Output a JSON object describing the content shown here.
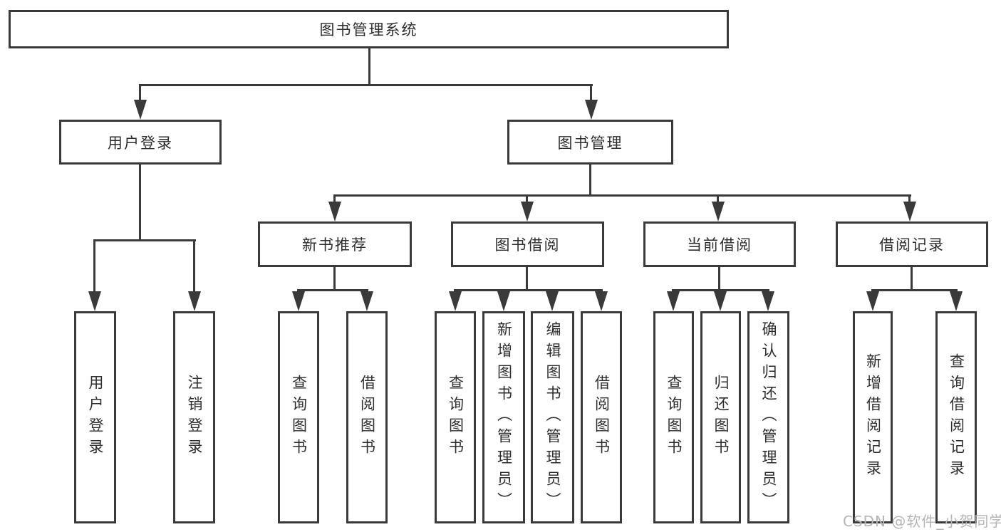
{
  "tree": {
    "root": "图书管理系统",
    "branches": [
      {
        "label": "用户登录",
        "children": [
          "用户登录",
          "注销登录"
        ]
      },
      {
        "label": "图书管理",
        "children": [
          {
            "label": "新书推荐",
            "children": [
              "查询图书",
              "借阅图书"
            ]
          },
          {
            "label": "图书借阅",
            "children": [
              "查询图书",
              "新增图书（管理员）",
              "编辑图书（管理员）",
              "借阅图书"
            ]
          },
          {
            "label": "当前借阅",
            "children": [
              "查询图书",
              "归还图书",
              "确认归还（管理员）"
            ]
          },
          {
            "label": "借阅记录",
            "children": [
              "新增借阅记录",
              "查询借阅记录"
            ]
          }
        ]
      }
    ]
  },
  "watermark": "CSDN @软件_小贺同学",
  "colors": {
    "line": "#3a3a3a",
    "text": "#2d2d2d",
    "watermark": "#b5b5b5",
    "background": "#ffffff"
  }
}
